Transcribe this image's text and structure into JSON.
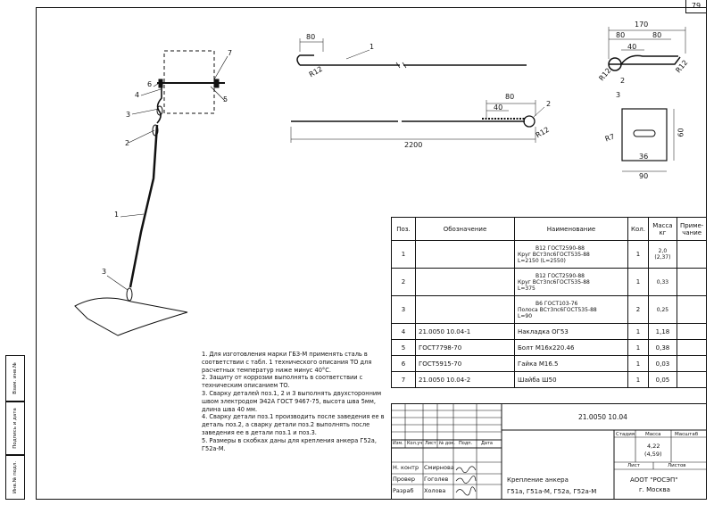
{
  "sheet_number": "79",
  "side_stamp": [
    "Инв.№ подл.",
    "Подпись и дата",
    "Взам. инв.№"
  ],
  "dims": {
    "part1_hook": "80",
    "part1_radius": "R12",
    "part1_label": "1",
    "part2_len": "80",
    "part2_short": "40",
    "part2_radius": "R12",
    "part2_total": "2200",
    "part2_label": "2",
    "det_total": "170",
    "det_a": "80",
    "det_b": "80",
    "det_c": "40",
    "det_r1": "R12",
    "det_r2": "R12",
    "det_label": "2",
    "plate_label": "3",
    "plate_r": "R7",
    "plate_w": "90",
    "plate_h": "60",
    "plate_slot": "36"
  },
  "assembly_labels": [
    "7",
    "6",
    "4",
    "3",
    "2",
    "5",
    "1",
    "3"
  ],
  "spec": {
    "headers": [
      "Поз.",
      "Обозначение",
      "Наименование",
      "Кол.",
      "Масса кг",
      "Приме-чание"
    ],
    "rows": [
      {
        "pos": "1",
        "designation": "",
        "name_a": "Круг",
        "name_b": "В12 ГОСТ2590-88",
        "name_c": "ВСт3пс6ГОСТ535-88",
        "name_d": "L=2150 (L=2550)",
        "qty": "1",
        "mass": "2,0 (2,37)",
        "note": ""
      },
      {
        "pos": "2",
        "designation": "",
        "name_a": "Круг",
        "name_b": "В12 ГОСТ2590-88",
        "name_c": "ВСт3пс6ГОСТ535-88",
        "name_d": "L=375",
        "qty": "1",
        "mass": "0,33",
        "note": ""
      },
      {
        "pos": "3",
        "designation": "",
        "name_a": "Полоса",
        "name_b": "В6 ГОСТ103-76",
        "name_c": "ВСт3пс6ГОСТ535-88",
        "name_d": "L=90",
        "qty": "2",
        "mass": "0,25",
        "note": ""
      },
      {
        "pos": "4",
        "designation": "21.0050 10.04-1",
        "name": "Накладка ОГ53",
        "qty": "1",
        "mass": "1,18",
        "note": ""
      },
      {
        "pos": "5",
        "designation": "ГОСТ7798-70",
        "name": "Болт М16х220.46",
        "qty": "1",
        "mass": "0,38",
        "note": ""
      },
      {
        "pos": "6",
        "designation": "ГОСТ5915-70",
        "name": "Гайка М16.5",
        "qty": "1",
        "mass": "0,03",
        "note": ""
      },
      {
        "pos": "7",
        "designation": "21.0050 10.04-2",
        "name": "Шайба Ш50",
        "qty": "1",
        "mass": "0,05",
        "note": ""
      }
    ]
  },
  "notes": [
    "1. Для изготовления марки ГБЗ-М применять сталь в соответствии с табл. 1 технического описания ТО для расчетных температур ниже минус 40°С.",
    "2. Защиту от коррозии выполнять в соответствии с техническим описанием ТО.",
    "3. Сварку деталей поз.1, 2 и 3 выполнять двухсторонним швом электродом Э42А ГОСТ 9467-75, высота шва 5мм, длина шва 40 мм.",
    "4. Сварку детали поз.1 производить после заведения ее в деталь поз.2, а сварку детали поз.2 выполнять после заведения ее в детали поз.1 и поз.3.",
    "5. Размеры в скобках даны для крепления анкера Г52а, Г52а-М."
  ],
  "titleblock": {
    "code": "21.0050 10.04",
    "col_heads": [
      "Изм.",
      "Кол.уч",
      "Лист",
      "№ док.",
      "Подп.",
      "Дата"
    ],
    "stage_head": "Стадия",
    "mass_head": "Масса",
    "scale_head": "Масштаб",
    "mass_value": "4,22",
    "mass_value2": "(4,59)",
    "sheet_head": "Лист",
    "sheets_head": "Листов",
    "roles": [
      {
        "role": "Н. контр",
        "name": "Смирнова"
      },
      {
        "role": "Провер",
        "name": "Гоголев"
      },
      {
        "role": "Разраб",
        "name": "Холова"
      }
    ],
    "title_line1": "Крепление анкера",
    "title_line2": "Г51а, Г51а-М, Г52а, Г52а-М",
    "org_line1": "АООТ \"РОСЭП\"",
    "org_line2": "г. Москва"
  }
}
